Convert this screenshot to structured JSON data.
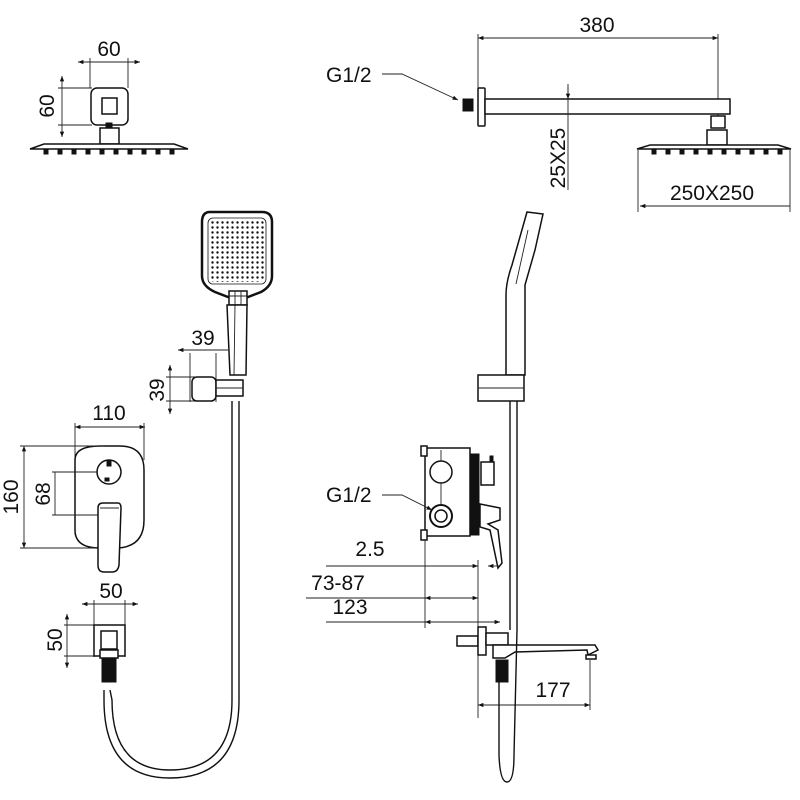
{
  "drawing": {
    "colors": {
      "line": "#111111",
      "background": "#ffffff"
    },
    "overhead_head_top_view": {
      "width_label": "60",
      "height_label": "60"
    },
    "shower_arm": {
      "length_label": "380",
      "inlet_label": "G1/2",
      "section_label": "25X25",
      "head_size_label": "250X250"
    },
    "hand_shower": {
      "width_label": "39",
      "height_label": "39"
    },
    "diverter_plate": {
      "width_label": "110",
      "height_label": "160",
      "spacing_label": "68"
    },
    "outlet_elbow": {
      "width_label": "50",
      "height_label": "50"
    },
    "mixer_body_side": {
      "inlet_label": "G1/2",
      "dim_a_label": "2.5",
      "dim_b_label": "73-87",
      "dim_c_label": "123"
    },
    "spout": {
      "length_label": "177"
    }
  }
}
